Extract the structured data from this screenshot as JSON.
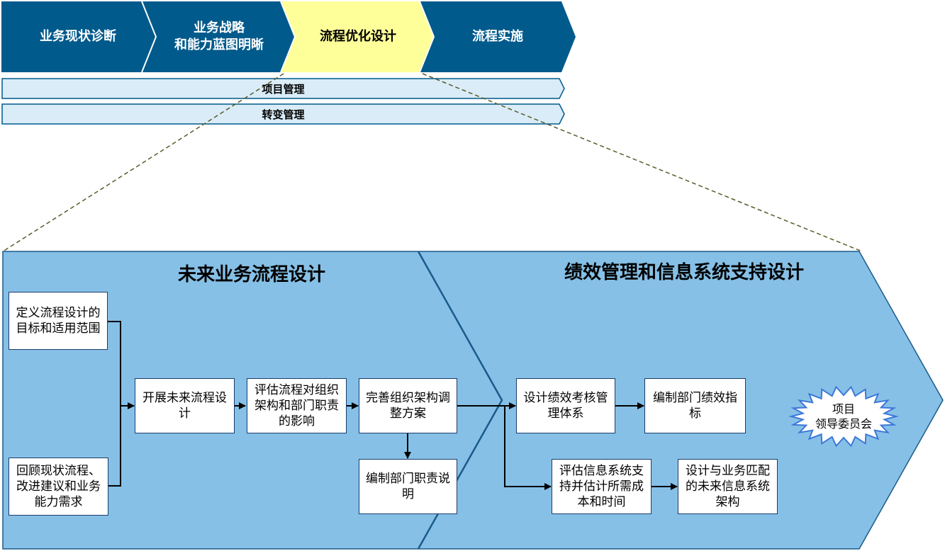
{
  "phases": [
    {
      "label": "业务现状诊断"
    },
    {
      "label": "业务战略\n和能力蓝图明晰"
    },
    {
      "label": "流程优化设计"
    },
    {
      "label": "流程实施"
    }
  ],
  "bars": {
    "project_management": "项目管理",
    "change_management": "转变管理"
  },
  "sections": {
    "left_title": "未来业务流程设计",
    "right_title": "绩效管理和信息系统支持设计"
  },
  "boxes": {
    "define_goals": "定义流程设计的目标和适用范围",
    "review_current": "回顾现状流程、改进建议和业务能力需求",
    "future_design": "开展未来流程设计",
    "assess_impact": "评估流程对组织架构和部门职责的影响",
    "org_adjust": "完善组织架构调整方案",
    "dept_duties": "编制部门职责说明",
    "perf_system": "设计绩效考核管理体系",
    "perf_indicators": "编制部门绩效指标",
    "it_assess": "评估信息系统支持并估计所需成本和时间",
    "it_architecture": "设计与业务匹配的未来信息系统架构"
  },
  "badge": {
    "label": "项目\n领导委员会"
  },
  "colors": {
    "phase_dark": "#005a8c",
    "phase_active": "#ffff99",
    "bar_fill": "#d9ecf7",
    "panel_fill": "#86c0e6",
    "dashed_line": "#5a5a2a",
    "box_border": "#1a3c6a",
    "star_fill": "#ffffff",
    "star_stroke": "#3c78d8"
  }
}
